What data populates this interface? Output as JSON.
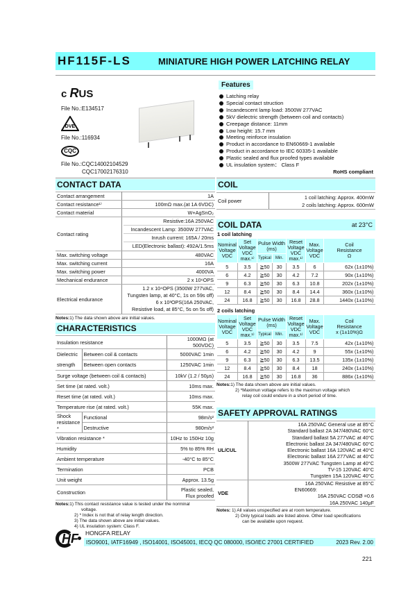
{
  "header": {
    "model": "HF115F-LS",
    "title": "MINIATURE HIGH POWER LATCHING RELAY"
  },
  "certifications": {
    "ul_logo_text": {
      "c": "c",
      "ur": "R",
      "us": "US"
    },
    "ul_file": "File No.:E134517",
    "vde_file": "File No.:116934",
    "cqc_logo": "CQC",
    "cqc_file_1": "File No.:CQC14002104529",
    "cqc_file_2": "CQC17002176310",
    "vde_logo": "DVE"
  },
  "features": {
    "title": "Features",
    "items": [
      "Latching relay",
      "Special contact struction",
      "Incandescent lamp load: 3500W 277VAC",
      "5kV dielectric strength (between coil and contacts)",
      "Creepage distance: 11mm",
      "Low height: 15.7 mm",
      "Meeting reinforce insulation",
      "Product in accordance to EN60669-1 available",
      "Product in accordance to IEC 60335-1 available",
      "Plastic sealed and flux proofed types available",
      "UL insulation system： Class F"
    ],
    "rohs": "RoHS compliant"
  },
  "contact_data": {
    "title": "CONTACT DATA",
    "rows": [
      {
        "label": "Contact arrangement",
        "value": "1A"
      },
      {
        "label": "Contact resistance¹⁾",
        "value": "100mΩ max.(at 1A  6VDC)"
      },
      {
        "label": "Contact material",
        "value": "W+AgSnO₂"
      },
      {
        "label": "Contact rating",
        "values": [
          "Resistive:16A 250VAC",
          "Incandescent Lamp: 3500W 277VAC",
          "Inrush current: 165A / 20ms",
          "LED(Electronic ballast): 492A/1.5ms"
        ]
      },
      {
        "label": "Max. switching voltage",
        "value": "480VAC"
      },
      {
        "label": "Max. switching current",
        "value": "16A"
      },
      {
        "label": "Max. switching power",
        "value": "4000VA"
      },
      {
        "label": "Mechanical endurance",
        "value": "2 x 10⁶OPS"
      },
      {
        "label": "Electrical endurance",
        "values": [
          "1.2 x 10⁴OPS (3500W 277VAC,",
          "Tungsten lamp, at 40°C, 1s on 59s off)",
          "6 x 10³OPS(16A 250VAC,",
          "Resistive load, at 85°C, 5s on 5s off)"
        ]
      }
    ],
    "notes_label": "Notes:",
    "notes": [
      "1) The data shown above are initial values."
    ]
  },
  "characteristics": {
    "title": "CHARACTERISTICS",
    "insulation": {
      "label": "Insulation resistance",
      "value": "1000MΩ (at 500VDC)"
    },
    "dielectric": {
      "label_1": "Dielectric",
      "label_2": "strength",
      "rows": [
        {
          "label": "Between coil & contacts",
          "value": "5000VAC  1min"
        },
        {
          "label": "Between open contacts",
          "value": "1250VAC  1min"
        }
      ]
    },
    "surge": {
      "label": "Surge voltage (between coil & contacts)",
      "value": "10kV (1.2 / 50μs)"
    },
    "set_time": {
      "label": "Set time (at rated. volt.)",
      "value": "10ms max."
    },
    "reset_time": {
      "label": "Reset time (at rated. volt.)",
      "value": "10ms max."
    },
    "temp_rise": {
      "label": "Temperature rise (at rated. volt.)",
      "value": "55K max."
    },
    "shock": {
      "label": "Shock resistance *",
      "rows": [
        {
          "label": "Functional",
          "value": "98m/s²"
        },
        {
          "label": "Destructive",
          "value": "980m/s²"
        }
      ]
    },
    "vibration": {
      "label": "Vibration resistance *",
      "value": "10Hz to 150Hz  10g"
    },
    "humidity": {
      "label": "Humidity",
      "value": "5% to 85% RH"
    },
    "ambient": {
      "label": "Ambient temperature",
      "value": "-40°C to 85°C"
    },
    "termination": {
      "label": "Termination",
      "value": "PCB"
    },
    "weight": {
      "label": "Unit weight",
      "value": "Approx. 13.5g"
    },
    "construction": {
      "label": "Construction",
      "value_1": "Plastic sealed,",
      "value_2": "Flux proofed"
    },
    "notes_label": "Notes:",
    "notes": [
      "1) This contact resistance value is tested under the norminal",
      "voltage.",
      "2) * Index is not that of relay length direction.",
      "3) The data shown above are initial values.",
      "4) UL insulation system: Class F."
    ]
  },
  "coil": {
    "title": "COIL",
    "label": "Coil power",
    "values": [
      "1 coil latching: Approx. 400mW",
      "2 coils latching: Approx. 600mW"
    ]
  },
  "coil_data": {
    "title": "COIL DATA",
    "condition": "at 23°C",
    "headers": {
      "nominal": [
        "Nominal",
        "Voltage",
        "VDC"
      ],
      "set": [
        "Set",
        "Voltage",
        "VDC",
        "max.¹⁾"
      ],
      "pulse": [
        "Pulse Width",
        "(ms)"
      ],
      "typical": "Typical",
      "min": "Min.",
      "reset": [
        "Reset",
        "Voltage",
        "VDC",
        "max.¹⁾"
      ],
      "max": [
        "Max.",
        "Voltage",
        "VDC"
      ],
      "resistance_1": [
        "Coil",
        "Resistance",
        "Ω"
      ],
      "resistance_2": [
        "Coil",
        "Resistance",
        "x (1±10%)Ω"
      ]
    },
    "one_coil": {
      "title": "1 coil latching",
      "rows": [
        [
          "5",
          "3.5",
          "≧50",
          "30",
          "3.5",
          "6",
          "62x (1±10%)"
        ],
        [
          "6",
          "4.2",
          "≧50",
          "30",
          "4.2",
          "7.2",
          "90x (1±10%)"
        ],
        [
          "9",
          "6.3",
          "≧50",
          "30",
          "6.3",
          "10.8",
          "202x (1±10%)"
        ],
        [
          "12",
          "8.4",
          "≧50",
          "30",
          "8.4",
          "14.4",
          "360x (1±10%)"
        ],
        [
          "24",
          "16.8",
          "≧50",
          "30",
          "16.8",
          "28.8",
          "1440x (1±10%)"
        ]
      ]
    },
    "two_coils": {
      "title": "2 coils latching",
      "rows": [
        [
          "5",
          "3.5",
          "≧50",
          "30",
          "3.5",
          "7.5",
          "42x (1±10%)"
        ],
        [
          "6",
          "4.2",
          "≧50",
          "30",
          "4.2",
          "9",
          "55x (1±10%)"
        ],
        [
          "9",
          "6.3",
          "≧50",
          "30",
          "6.3",
          "13.5",
          "135x (1±10%)"
        ],
        [
          "12",
          "8.4",
          "≧50",
          "30",
          "8.4",
          "18",
          "240x (1±10%)"
        ],
        [
          "24",
          "16.8",
          "≧50",
          "30",
          "16.8",
          "36",
          "886x (1±10%)"
        ]
      ]
    },
    "notes_label": "Notes:",
    "notes": [
      "1) The data shown above are initial values.",
      "2) *Maximun voltage refers to the maximun voltage which",
      "relay coil could endure in a short period of time."
    ]
  },
  "safety": {
    "title": "SAFETY APPROVAL RATINGS",
    "ul": {
      "label": "UL/CUL",
      "lines": [
        "16A  250VAC General use at 85°C",
        "Standard ballast 2A 347/480VAC 60°C",
        "Standard ballast 5A 277VAC at 40°C",
        "Electronic ballast 2A 347/480VAC 60°C",
        "Electronic ballast 16A 120VAC at 40°C",
        "Electronic ballast 16A 277VAC at 40°C",
        "3500W 277VAC Tungsten Lamp at 40°C",
        "TV-15 120VAC 40°C",
        "Tungsten 15A 120VAC 40°C"
      ]
    },
    "vde": {
      "label": "VDE",
      "lines": [
        "16A 250VAC Resistive at 85°C",
        "EN60669:",
        "16A 250VAC COSØ =0.6",
        "16A 250VAC 140μF"
      ]
    },
    "notes_label": "Notes:",
    "notes": [
      "1) All values unspecified are at room temperature.",
      "2) Only typical loads are listed above. Other load specifications",
      "can be available upon request."
    ]
  },
  "footer": {
    "logo": "HF",
    "company": "HONGFA RELAY",
    "certs": "ISO9001, IATF16949 , ISO14001, ISO45001, IECQ QC 080000, ISO/IEC 27001 CERTIFIED",
    "revision": "2023  Rev. 2.00",
    "page_number": "221"
  }
}
